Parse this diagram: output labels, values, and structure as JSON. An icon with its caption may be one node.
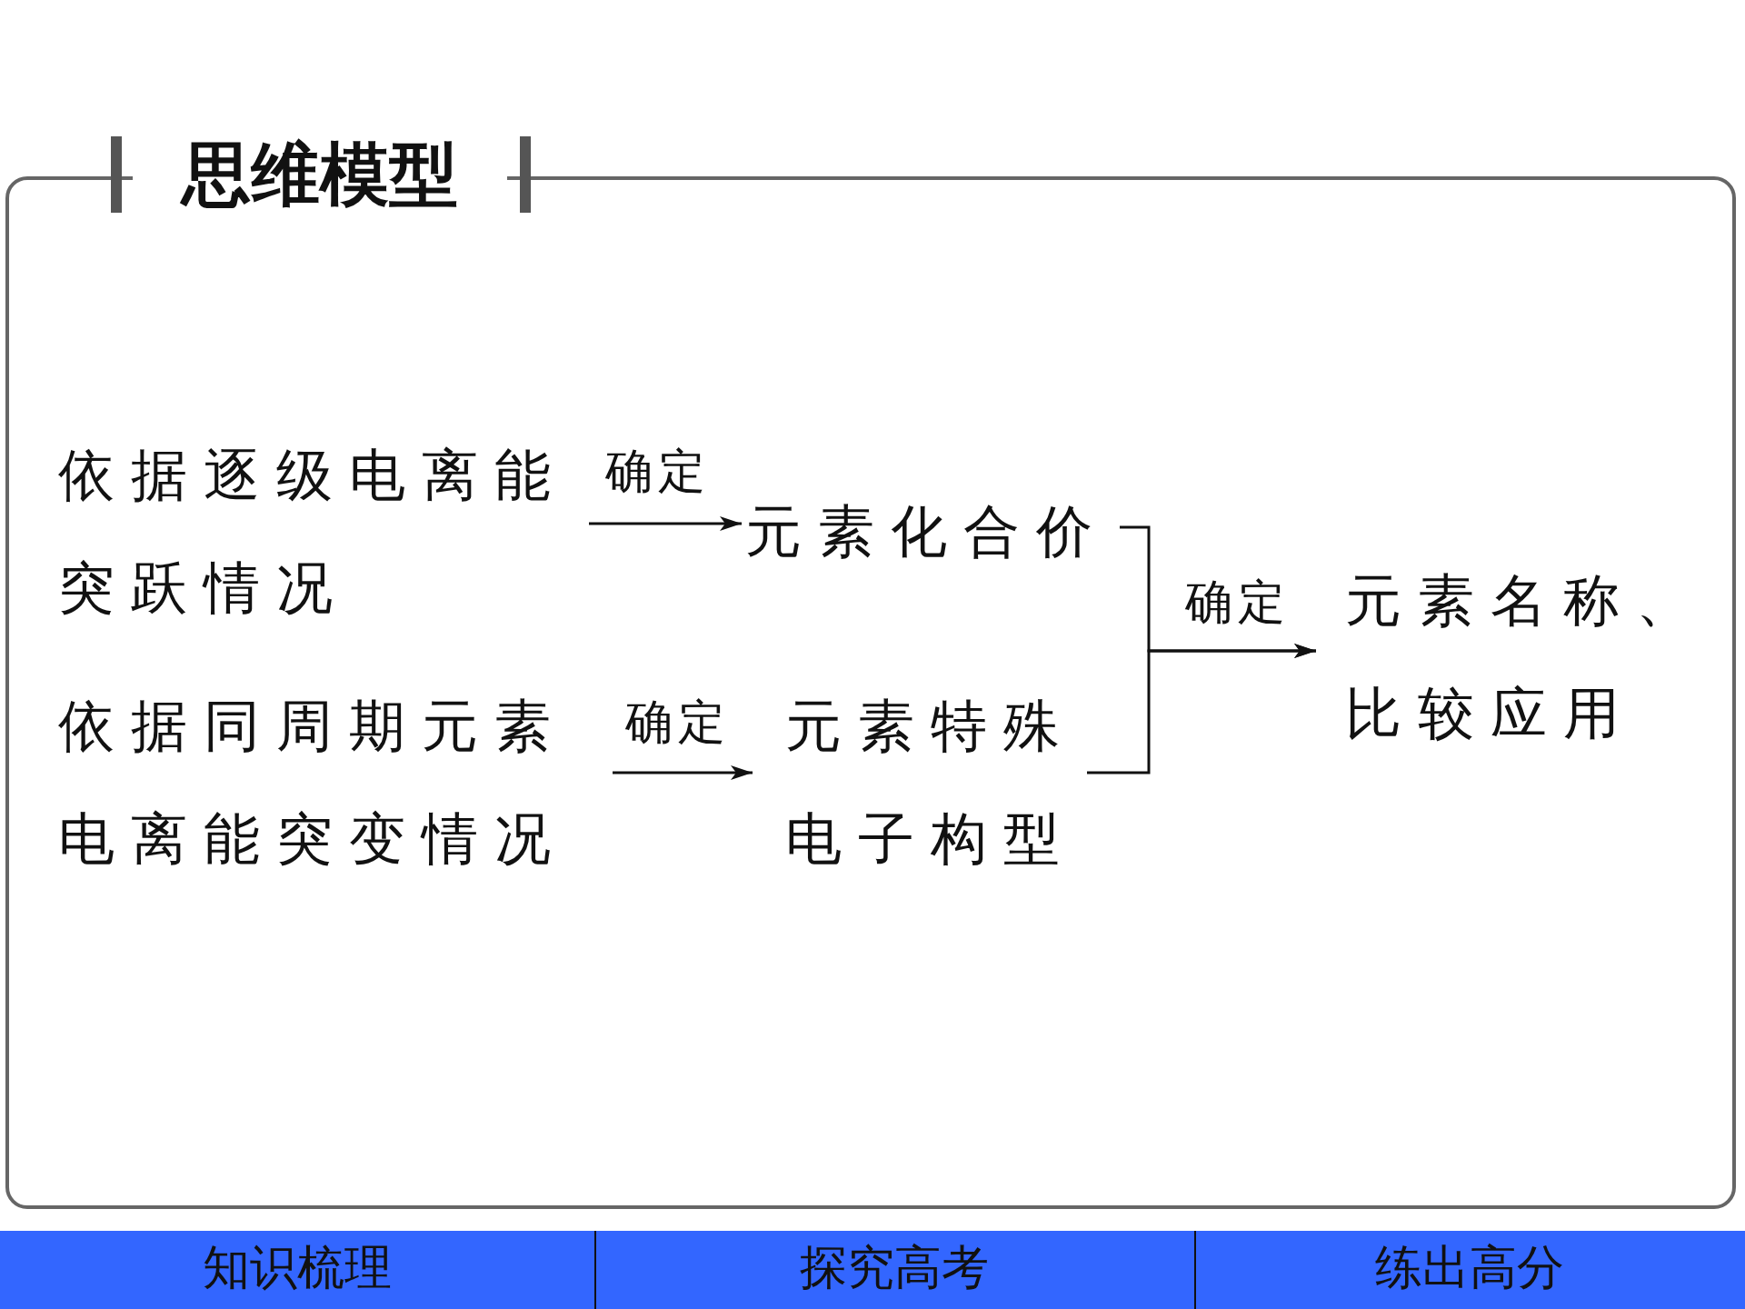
{
  "diagram": {
    "nodes": [
      {
        "text": [
          "思维模型"
        ]
      },
      {
        "text": [
          "依据逐级电离能突跃情况"
        ],
        "in": 0
      },
      {
        "text": [
          "元素化合价"
        ],
        "in": 0
      },
      {
        "text": [
          "依据同周期元素电离能突变情况"
        ],
        "in": 0
      },
      {
        "text": [
          "元素特殊电子构型"
        ],
        "in": 0
      },
      {
        "text": [
          "元素名称、比较应用"
        ],
        "in": 0
      }
    ],
    "edges": [
      {
        "from": 1,
        "to": 2,
        "arrow": "to",
        "label": "确定"
      },
      {
        "from": 3,
        "to": 4,
        "arrow": "to",
        "label": "确定"
      },
      {
        "from": 2,
        "to": 5,
        "arrow": "to",
        "label": "确定"
      },
      {
        "from": 4,
        "to": 5,
        "arrow": "to"
      }
    ],
    "labels": [
      "知识梳理",
      "探究高考",
      "练出高分"
    ]
  }
}
